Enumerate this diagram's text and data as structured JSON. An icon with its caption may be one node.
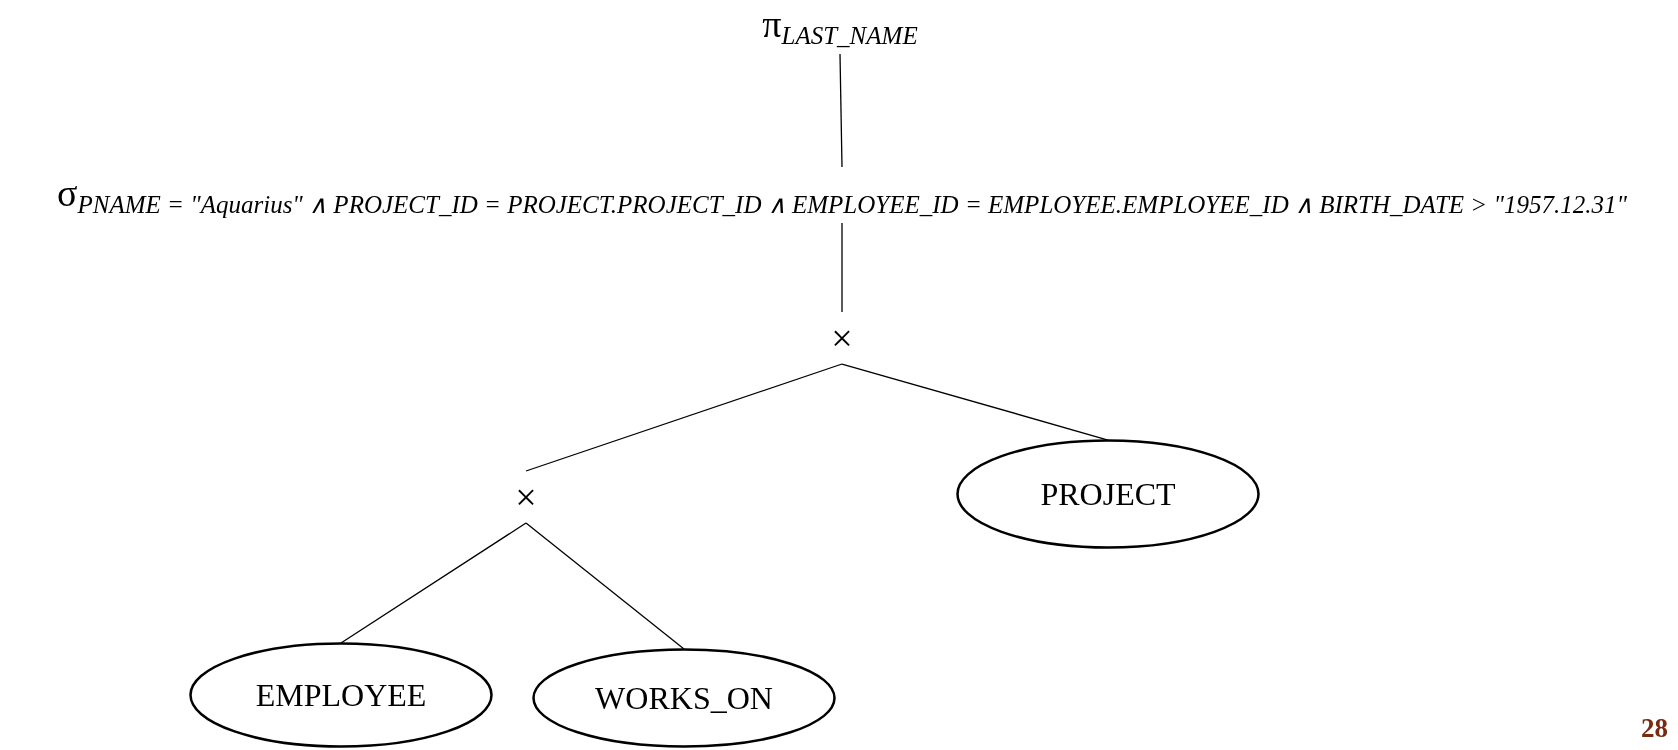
{
  "diagram": {
    "nodes": [
      {
        "text": [
          "π$_{LAST_NAME}$"
        ]
      },
      {
        "text": [
          "σ$_{PNAME = \"Aquarius\" ∧ PROJECT_ID = PROJECT.PROJECT_ID ∧ EMPLOYEE_ID = EMPLOYEE.EMPLOYEE_ID ∧ BIRTH_DATE > \"1957.12.31\"}$"
        ]
      },
      {
        "text": [
          "×"
        ]
      },
      {
        "text": [
          "×"
        ]
      },
      {
        "text": [
          "PROJECT"
        ]
      },
      {
        "text": [
          "EMPLOYEE"
        ]
      },
      {
        "text": [
          "WORKS_ON"
        ]
      }
    ],
    "edges": [
      {
        "from": 0,
        "to": 1,
        "arrow": "none"
      },
      {
        "from": 1,
        "to": 2,
        "arrow": "none"
      },
      {
        "from": 2,
        "to": 3,
        "arrow": "none"
      },
      {
        "from": 2,
        "to": 4,
        "arrow": "none"
      },
      {
        "from": 3,
        "to": 5,
        "arrow": "none"
      },
      {
        "from": 3,
        "to": 6,
        "arrow": "none"
      }
    ],
    "labels": [
      "28"
    ]
  }
}
